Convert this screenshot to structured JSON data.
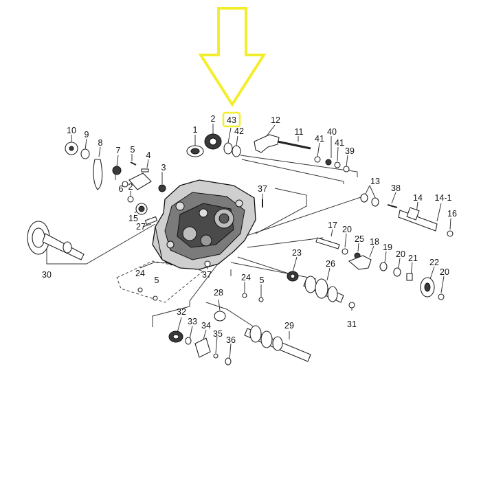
{
  "highlight": {
    "label": "43",
    "color": "#f3ee2c",
    "arrow_color": "#f3ee2c"
  },
  "callouts": {
    "c1": "1",
    "c2": "2",
    "c42": "42",
    "c12": "12",
    "c11": "11",
    "c40": "40",
    "c41a": "41",
    "c41b": "41",
    "c39": "39",
    "c10": "10",
    "c9": "9",
    "c8": "8",
    "c7": "7",
    "c5a": "5",
    "c4": "4",
    "c3": "3",
    "c6": "6",
    "c2b": "2",
    "c37a": "37",
    "c13": "13",
    "c38": "38",
    "c14": "14",
    "c141": "14-1",
    "c16": "16",
    "c15": "15",
    "c27": "27",
    "c17": "17",
    "c20a": "20",
    "c25": "25",
    "c18": "18",
    "c19": "19",
    "c20b": "20",
    "c21": "21",
    "c22": "22",
    "c20c": "20",
    "c30": "30",
    "c23": "23",
    "c26": "26",
    "c37b": "37",
    "c24a": "24",
    "c5b": "5",
    "c24b": "24",
    "c5c": "5",
    "c31": "31",
    "c28": "28",
    "c32": "32",
    "c33": "33",
    "c34": "34",
    "c35": "35",
    "c36": "36",
    "c29": "29"
  }
}
